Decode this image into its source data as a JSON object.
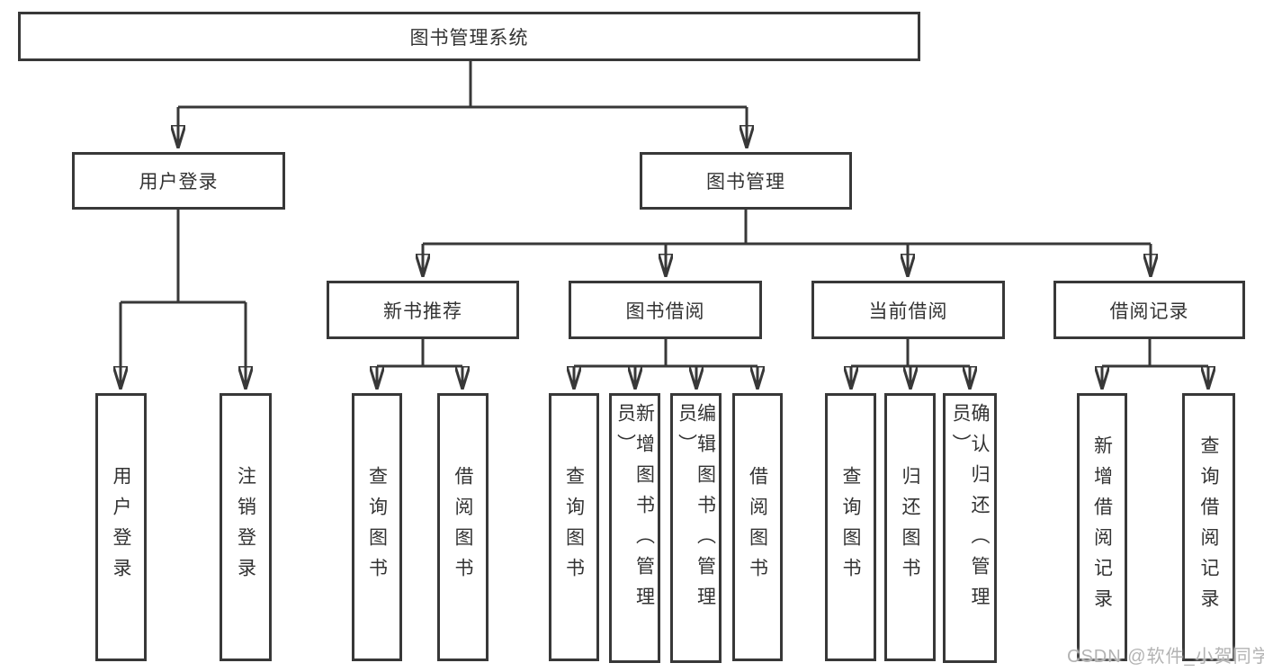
{
  "diagram": {
    "root": {
      "label": "图书管理系统"
    },
    "level2": [
      {
        "label": "用户登录"
      },
      {
        "label": "图书管理"
      }
    ],
    "level3": [
      {
        "label": "新书推荐"
      },
      {
        "label": "图书借阅"
      },
      {
        "label": "当前借阅"
      },
      {
        "label": "借阅记录"
      }
    ],
    "leaves": {
      "login": [
        {
          "label": "用户登录"
        },
        {
          "label": "注销登录"
        }
      ],
      "recommend": [
        {
          "label": "查询图书"
        },
        {
          "label": "借阅图书"
        }
      ],
      "borrow": [
        {
          "label": "查询图书"
        },
        {
          "label": "新增图书（管理员）"
        },
        {
          "label": "编辑图书（管理员）"
        },
        {
          "label": "借阅图书"
        }
      ],
      "current": [
        {
          "label": "查询图书"
        },
        {
          "label": "归还图书"
        },
        {
          "label": "确认归还（管理员）"
        }
      ],
      "records": [
        {
          "label": "新增借阅记录"
        },
        {
          "label": "查询借阅记录"
        }
      ]
    }
  },
  "watermark": {
    "text": "CSDN @软件_小贺同学"
  },
  "colors": {
    "line": "#383838",
    "text": "#333333",
    "watermark": "#b3b3b3",
    "background": "#ffffff"
  }
}
